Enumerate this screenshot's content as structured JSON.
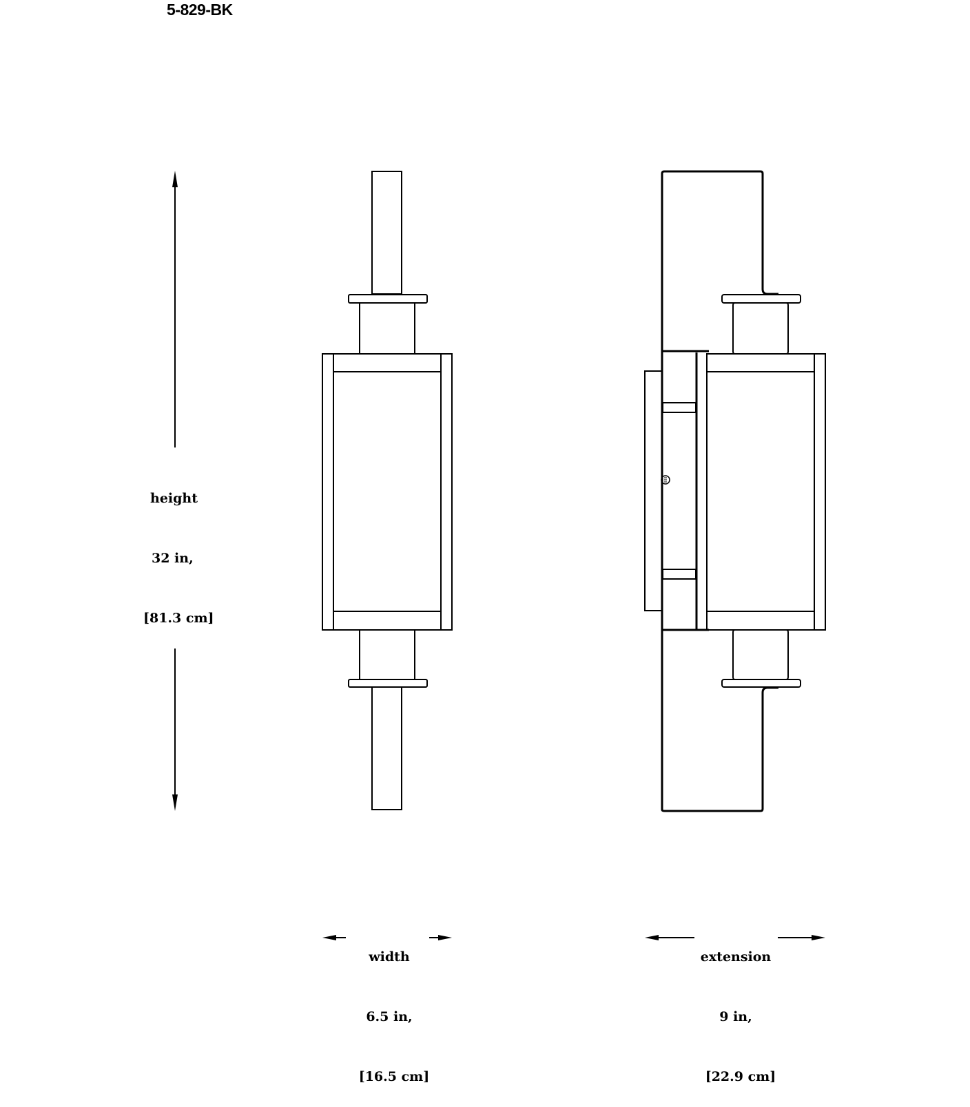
{
  "header": {
    "model_number": "5-829-BK"
  },
  "dimensions": {
    "height": {
      "label": "height",
      "imperial": "32 in,",
      "metric": "[81.3 cm]"
    },
    "width": {
      "label": "width",
      "imperial": "6.5 in,",
      "metric": "[16.5 cm]"
    },
    "extension": {
      "label": "extension",
      "imperial": "9 in,",
      "metric": "[22.9 cm]"
    }
  },
  "views": {
    "front": "front-view",
    "side": "side-view"
  },
  "colors": {
    "line": "#000000",
    "background": "#ffffff"
  }
}
